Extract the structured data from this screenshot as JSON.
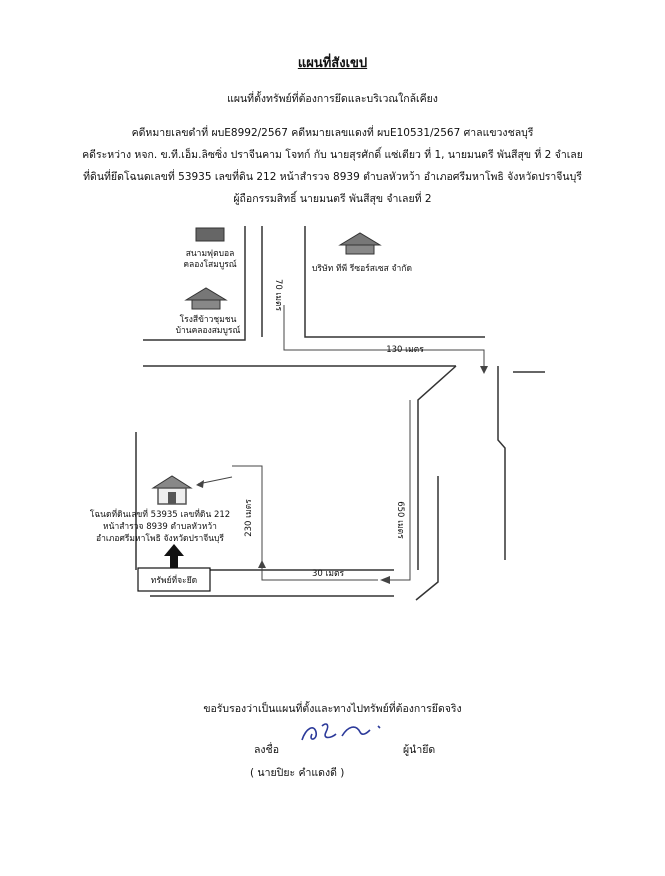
{
  "title": "แผนที่สังเขป",
  "subtitle": "แผนที่ตั้งทรัพย์ที่ต้องการยึดและบริเวณใกล้เคียง",
  "case_line": "คดีหมายเลขดำที่ ผบE8992/2567 คดีหมายเลขแดงที่ ผบE10531/2567 ศาลแขวงชลบุรี",
  "parties_line": "คดีระหว่าง หจก. ข.ที.เอ็ม.ลิซซิ่ง ปราจีนคาม โจทก์ กับ นายสุรศักดิ์ แซ่เตียว ที่ 1, นายมนตรี  พันสีสุข ที่ 2 จำเลย",
  "land_line": "ที่ดินที่ยึดโฉนดเลขที่ 53935 เลขที่ดิน 212 หน้าสำรวจ 8939 ตำบลหัวหว้า อำเภอศรีมหาโพธิ จังหวัดปราจีนบุรี",
  "owner_line": "ผู้ถือกรรมสิทธิ์ นายมนตรี  พันสีสุข จำเลยที่ 2",
  "map": {
    "landmarks": [
      {
        "label_1": "สนามฟุตบอล",
        "label_2": "คลองโสมบูรณ์",
        "icon": "building-icon"
      },
      {
        "label_1": "โรงสีข้าวชุมชน",
        "label_2": "บ้านคลองสมบูรณ์",
        "icon": "house-icon"
      },
      {
        "label_1": "บริษัท  ทีพี รีซอร์สเซส  จำกัด",
        "icon": "house-icon"
      }
    ],
    "distances": {
      "d70": "70 เมตร",
      "d130": "130 เมตร",
      "d650": "650 เมตร",
      "d230": "230 เมตร",
      "d30": "30 เมตร"
    },
    "property": {
      "line_1": "โฉนดที่ดินเลขที่ 53935  เลขที่ดิน 212",
      "line_2": "หน้าสำรวจ 8939   ตำบลหัวหว้า",
      "line_3": "อำเภอศรีมหาโพธิ  จังหวัดปราจีนบุรี",
      "box_label": "ทรัพย์ที่จะยึด",
      "icon": "house-icon"
    }
  },
  "certification": "ขอรับรองว่าเป็นแผนที่ตั้งและทางไปทรัพย์ที่ต้องการยึดจริง",
  "signature": {
    "sign_label": "ลงชื่อ",
    "role": "ผู้นำยึด",
    "name": "( นายปิยะ    คำแดงดี )"
  }
}
